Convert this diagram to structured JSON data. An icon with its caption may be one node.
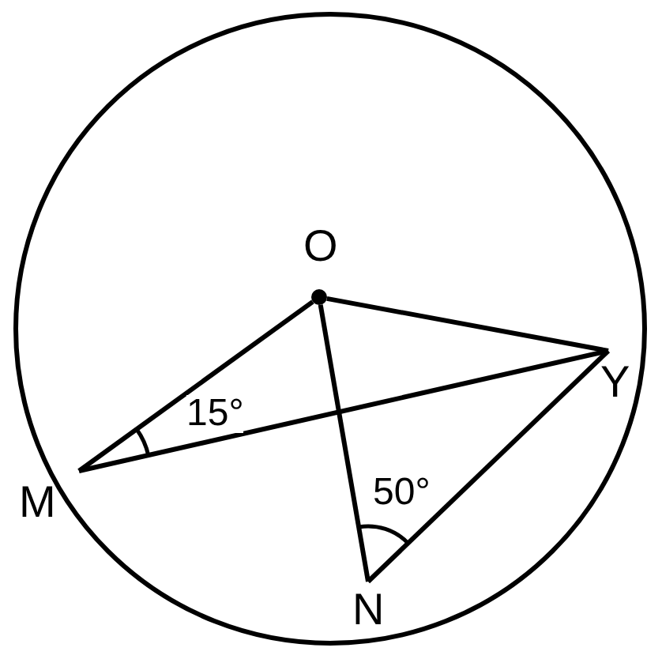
{
  "diagram": {
    "nodes": [
      {
        "text": [
          "O"
        ]
      },
      {
        "text": [
          "Y"
        ]
      },
      {
        "text": [
          "M"
        ]
      },
      {
        "text": [
          "N"
        ]
      }
    ],
    "edges": [
      {
        "from": 0,
        "to": 2,
        "arrow": "none"
      },
      {
        "from": 0,
        "to": 1,
        "arrow": "none"
      },
      {
        "from": 0,
        "to": 3,
        "arrow": "none"
      },
      {
        "from": 2,
        "to": 1,
        "arrow": "none"
      },
      {
        "from": 3,
        "to": 1,
        "arrow": "none"
      }
    ],
    "labels": [
      "15°",
      "50°"
    ]
  }
}
